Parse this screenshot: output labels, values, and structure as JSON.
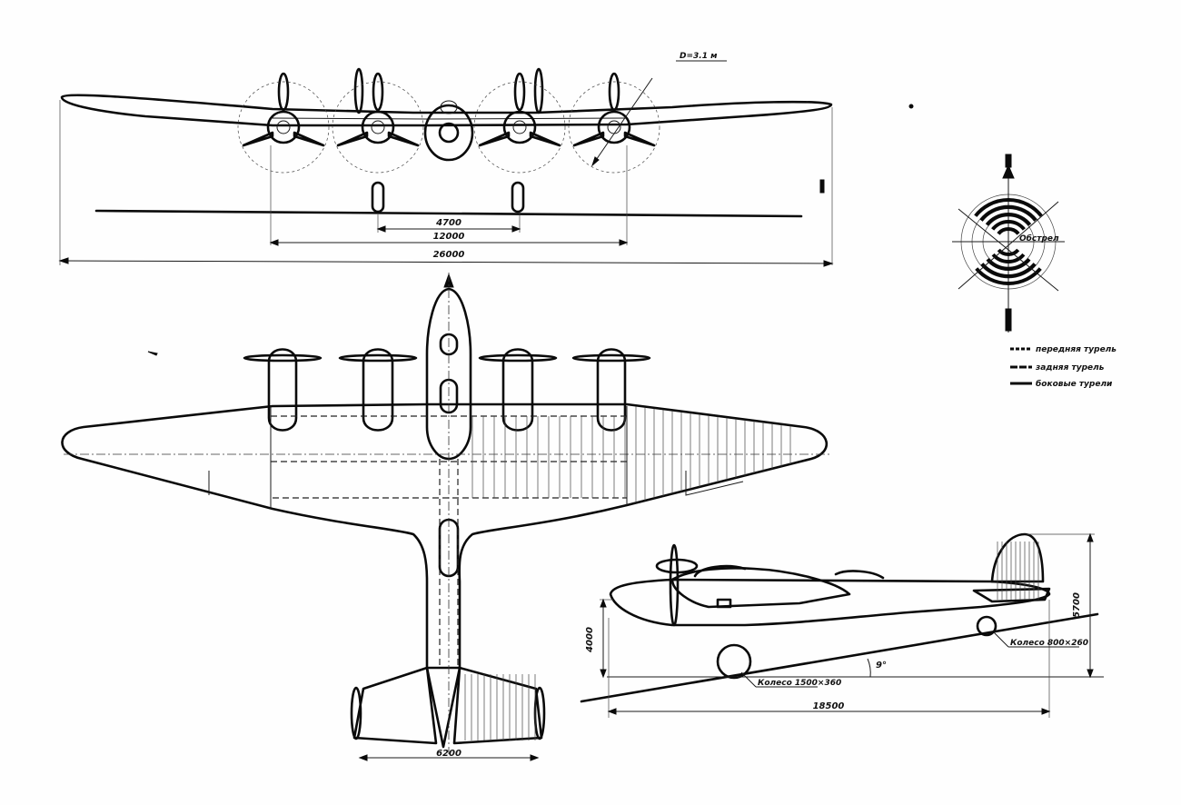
{
  "front_view": {
    "prop_diameter": "D=3.1 м",
    "dim_gear_track": "4700",
    "dim_engine_span": "12000",
    "dim_wingspan": "26000"
  },
  "plan_view": {
    "dim_tail_span": "6200"
  },
  "side_view": {
    "dim_height_total": "5700",
    "dim_height_nose": "4000",
    "dim_ground_angle": "9°",
    "dim_length": "18500",
    "label_main_wheel": "Колесо 1500×360",
    "label_tail_wheel": "Колесо 800×260"
  },
  "fire_diagram": {
    "center_label": "Обстрел",
    "legend": [
      {
        "text": "передняя турель",
        "style": "dash-short"
      },
      {
        "text": "задняя турель",
        "style": "dash-long"
      },
      {
        "text": "боковые турели",
        "style": "solid"
      }
    ]
  },
  "colors": {
    "ink": "#0a0a0a",
    "paper": "#fefefe"
  }
}
